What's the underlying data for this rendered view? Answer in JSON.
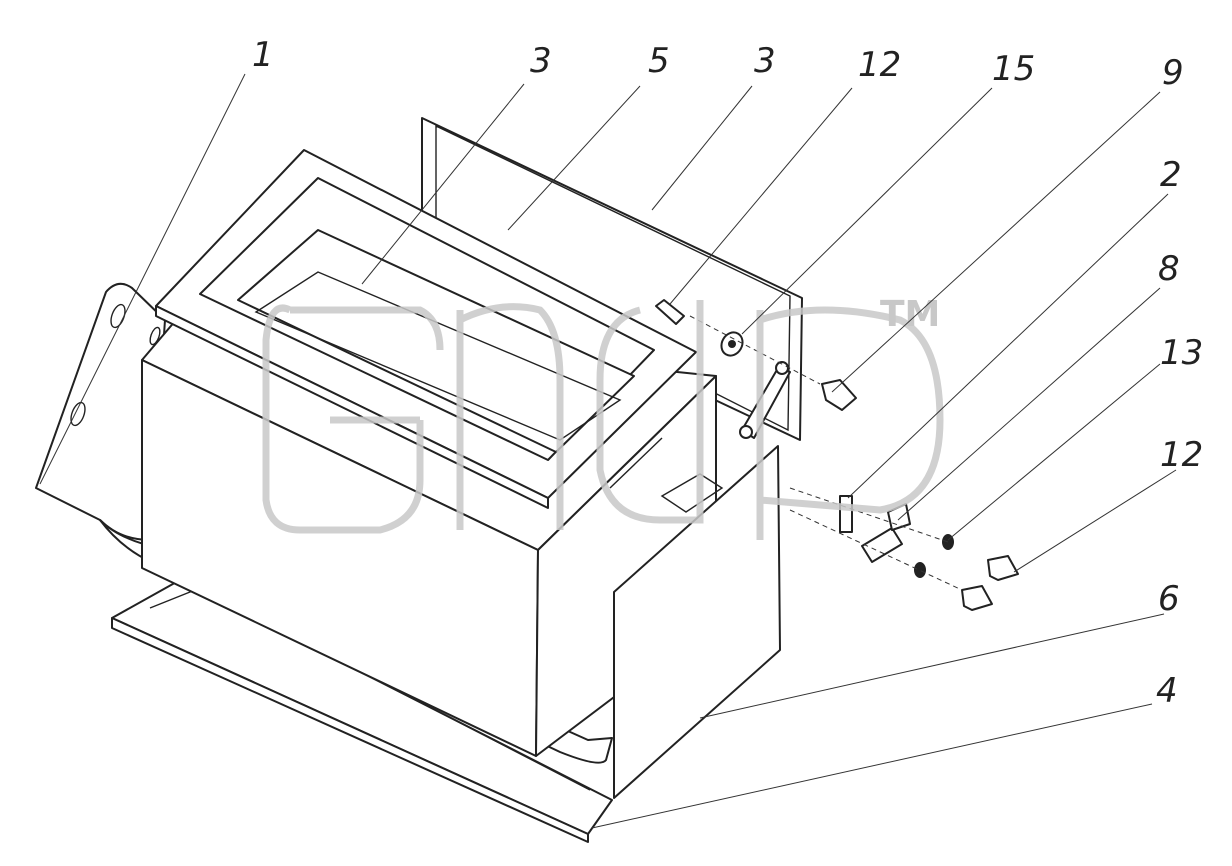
{
  "header_caption": "",
  "watermark": {
    "trademark": "TM"
  },
  "callouts": [
    {
      "id": "c1",
      "label": "1"
    },
    {
      "id": "c2",
      "label": "3"
    },
    {
      "id": "c3",
      "label": "5"
    },
    {
      "id": "c4",
      "label": "3"
    },
    {
      "id": "c5",
      "label": "12"
    },
    {
      "id": "c6",
      "label": "15"
    },
    {
      "id": "c7",
      "label": "9"
    },
    {
      "id": "c8",
      "label": "2"
    },
    {
      "id": "c9",
      "label": "8"
    },
    {
      "id": "c10",
      "label": "13"
    },
    {
      "id": "c11",
      "label": "12"
    },
    {
      "id": "c12",
      "label": "6"
    },
    {
      "id": "c13",
      "label": "4"
    }
  ]
}
